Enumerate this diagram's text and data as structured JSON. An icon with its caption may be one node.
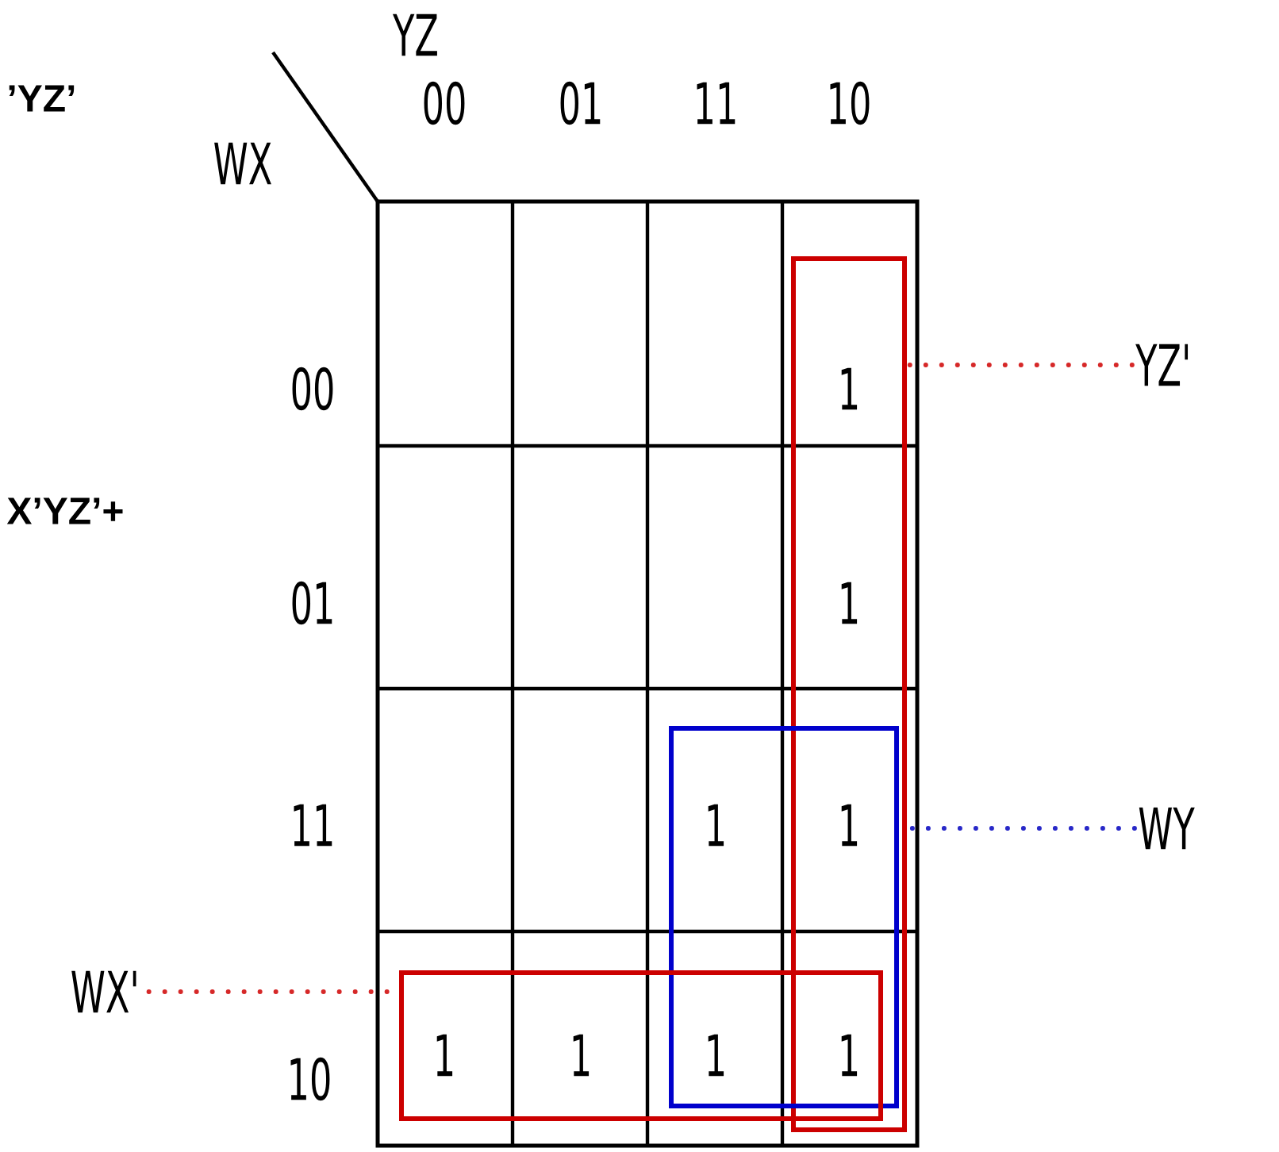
{
  "diagram": {
    "nodes": [
      {
        "text": [],
        "shape": "box"
      },
      {
        "text": [],
        "shape": "box"
      },
      {
        "text": [],
        "shape": "box"
      },
      {
        "text": [
          "YZ'"
        ]
      },
      {
        "text": [
          "WY"
        ]
      },
      {
        "text": [
          "WX'"
        ]
      }
    ],
    "edges": [
      {
        "from": 3,
        "to": 0,
        "arrow": "none",
        "style": "dashed",
        "color": "#d62828"
      },
      {
        "from": 4,
        "to": 1,
        "arrow": "none",
        "style": "dashed",
        "color": "#2828c8"
      },
      {
        "from": 5,
        "to": 2,
        "arrow": "none",
        "style": "dashed",
        "color": "#d62828"
      }
    ],
    "labels": [
      "’YZ’",
      "X’YZ’+",
      "YZ",
      "WX",
      "00",
      "01",
      "11",
      "10",
      "00",
      "1",
      "01",
      "1",
      "11",
      "1",
      "1",
      "10",
      "1",
      "1",
      "1",
      "1"
    ]
  }
}
